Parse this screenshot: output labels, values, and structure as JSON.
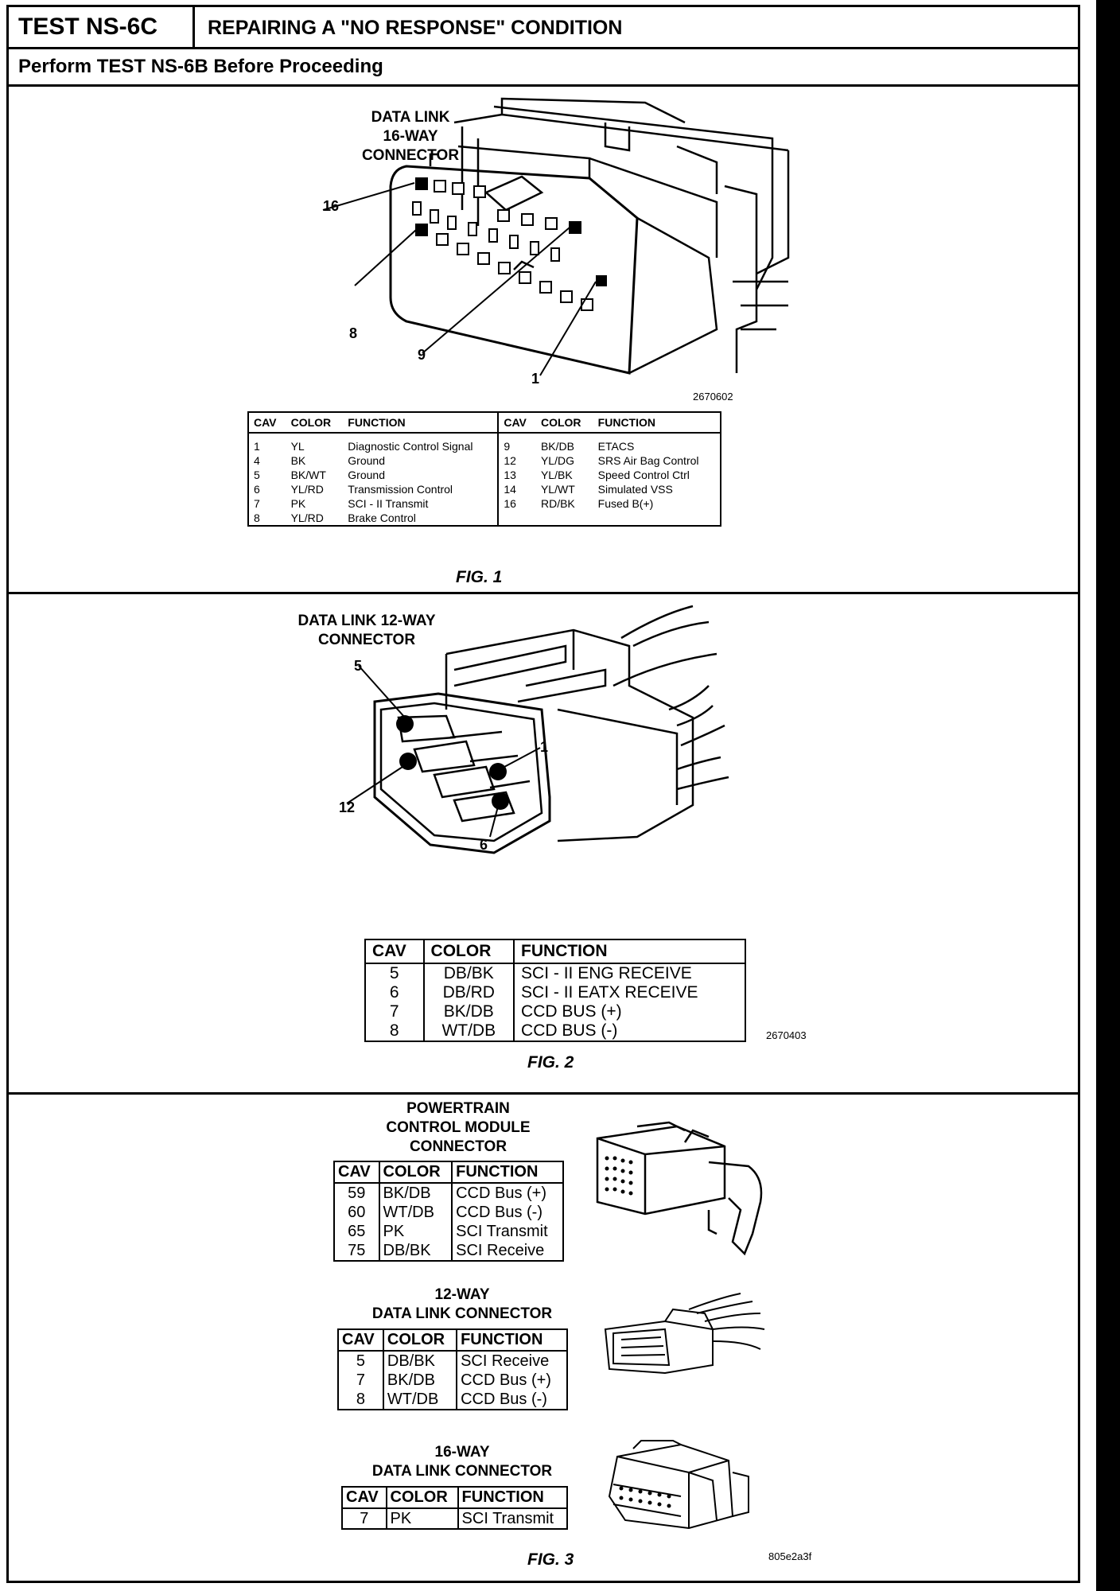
{
  "header": {
    "test_id": "TEST NS-6C",
    "title": "REPAIRING A \"NO RESPONSE\" CONDITION"
  },
  "subheader": "Perform TEST NS-6B Before Proceeding",
  "fig1": {
    "label_lines": [
      "DATA LINK",
      "16-WAY",
      "CONNECTOR"
    ],
    "pins": [
      "16",
      "8",
      "9",
      "1"
    ],
    "code": "2670602",
    "caption": "FIG. 1",
    "headers": [
      "CAV",
      "COLOR",
      "FUNCTION"
    ],
    "left_rows": [
      [
        "1",
        "YL",
        "Diagnostic Control Signal"
      ],
      [
        "4",
        "BK",
        "Ground"
      ],
      [
        "5",
        "BK/WT",
        "Ground"
      ],
      [
        "6",
        "YL/RD",
        "Transmission Control"
      ],
      [
        "7",
        "PK",
        "SCI - II Transmit"
      ],
      [
        "8",
        "YL/RD",
        "Brake Control"
      ]
    ],
    "right_rows": [
      [
        "9",
        "BK/DB",
        "ETACS"
      ],
      [
        "12",
        "YL/DG",
        "SRS Air Bag Control"
      ],
      [
        "13",
        "YL/BK",
        "Speed Control Ctrl"
      ],
      [
        "14",
        "YL/WT",
        "Simulated VSS"
      ],
      [
        "16",
        "RD/BK",
        "Fused B(+)"
      ],
      [
        "",
        "",
        ""
      ]
    ]
  },
  "fig2": {
    "label_lines": [
      "DATA LINK 12-WAY",
      "CONNECTOR"
    ],
    "pins": [
      "5",
      "1",
      "12",
      "6"
    ],
    "code": "2670403",
    "caption": "FIG. 2",
    "headers": [
      "CAV",
      "COLOR",
      "FUNCTION"
    ],
    "rows": [
      [
        "5",
        "DB/BK",
        "SCI - II ENG RECEIVE"
      ],
      [
        "6",
        "DB/RD",
        "SCI - II EATX RECEIVE"
      ],
      [
        "7",
        "BK/DB",
        "CCD BUS (+)"
      ],
      [
        "8",
        "WT/DB",
        "CCD BUS (-)"
      ]
    ]
  },
  "fig3": {
    "code": "805e2a3f",
    "caption": "FIG. 3",
    "tables": [
      {
        "label_lines": [
          "POWERTRAIN",
          "CONTROL MODULE",
          "CONNECTOR"
        ],
        "headers": [
          "CAV",
          "COLOR",
          "FUNCTION"
        ],
        "rows": [
          [
            "59",
            "BK/DB",
            "CCD Bus (+)"
          ],
          [
            "60",
            "WT/DB",
            "CCD Bus (-)"
          ],
          [
            "65",
            "PK",
            "SCI Transmit"
          ],
          [
            "75",
            "DB/BK",
            "SCI Receive"
          ]
        ]
      },
      {
        "label_lines": [
          "12-WAY",
          "DATA LINK CONNECTOR"
        ],
        "headers": [
          "CAV",
          "COLOR",
          "FUNCTION"
        ],
        "rows": [
          [
            "5",
            "DB/BK",
            "SCI Receive"
          ],
          [
            "7",
            "BK/DB",
            "CCD Bus (+)"
          ],
          [
            "8",
            "WT/DB",
            "CCD Bus (-)"
          ]
        ]
      },
      {
        "label_lines": [
          "16-WAY",
          "DATA LINK CONNECTOR"
        ],
        "headers": [
          "CAV",
          "COLOR",
          "FUNCTION"
        ],
        "rows": [
          [
            "7",
            "PK",
            "SCI Transmit"
          ]
        ]
      }
    ]
  }
}
